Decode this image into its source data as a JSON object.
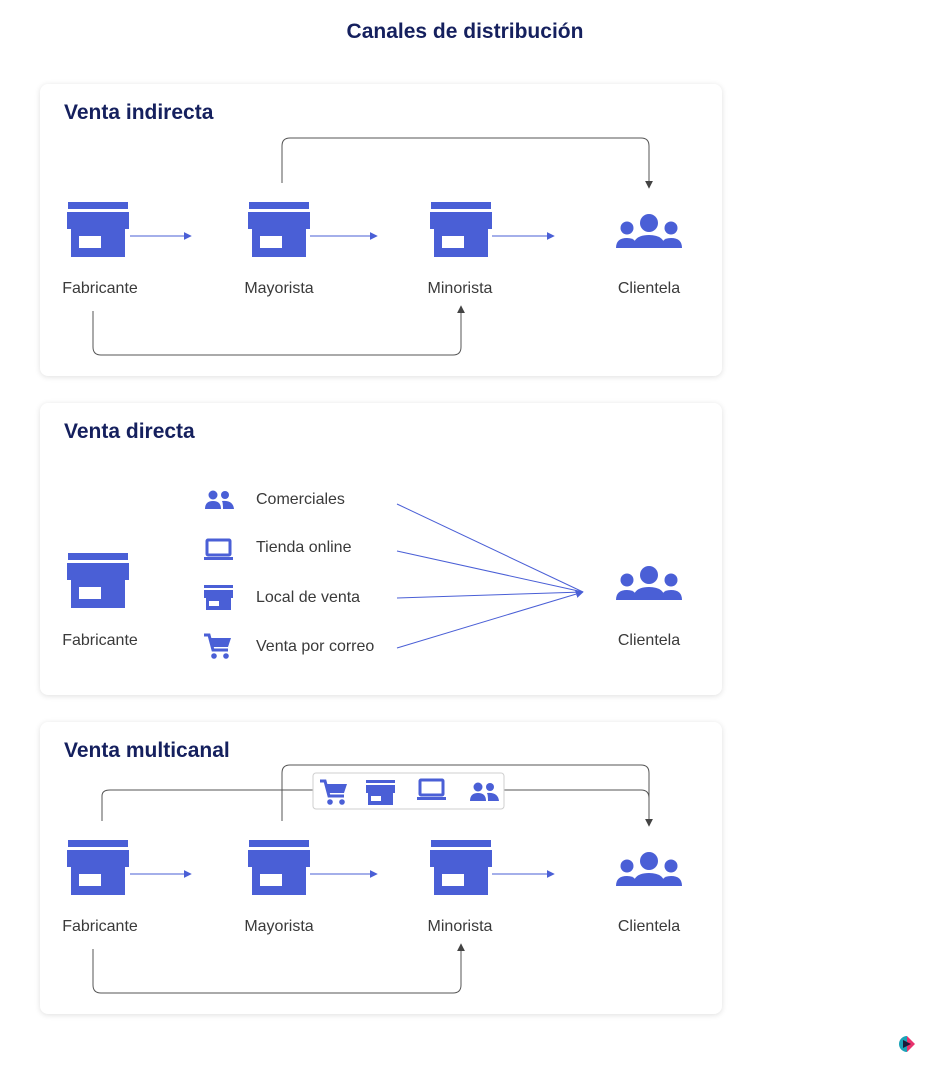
{
  "title": "Canales de distribución",
  "colors": {
    "primary": "#4a5fd6",
    "title": "#15205e",
    "line": "#555555",
    "text": "#3a3a3a"
  },
  "indirect": {
    "title": "Venta indirecta",
    "nodes": [
      {
        "label": "Fabricante",
        "icon": "store-icon"
      },
      {
        "label": "Mayorista",
        "icon": "store-icon"
      },
      {
        "label": "Minorista",
        "icon": "store-icon"
      },
      {
        "label": "Clientela",
        "icon": "people-icon"
      }
    ]
  },
  "direct": {
    "title": "Venta directa",
    "source": "Fabricante",
    "target": "Clientela",
    "channels": [
      {
        "label": "Comerciales",
        "icon": "people-icon"
      },
      {
        "label": "Tienda online",
        "icon": "laptop-icon"
      },
      {
        "label": "Local de venta",
        "icon": "store-icon"
      },
      {
        "label": "Venta por correo",
        "icon": "cart-icon"
      }
    ]
  },
  "multichannel": {
    "title": "Venta multicanal",
    "nodes": [
      {
        "label": "Fabricante",
        "icon": "store-icon"
      },
      {
        "label": "Mayorista",
        "icon": "store-icon"
      },
      {
        "label": "Minorista",
        "icon": "store-icon"
      },
      {
        "label": "Clientela",
        "icon": "people-icon"
      }
    ],
    "channel_icons": [
      "cart-icon",
      "store-icon",
      "laptop-icon",
      "people-icon"
    ]
  }
}
